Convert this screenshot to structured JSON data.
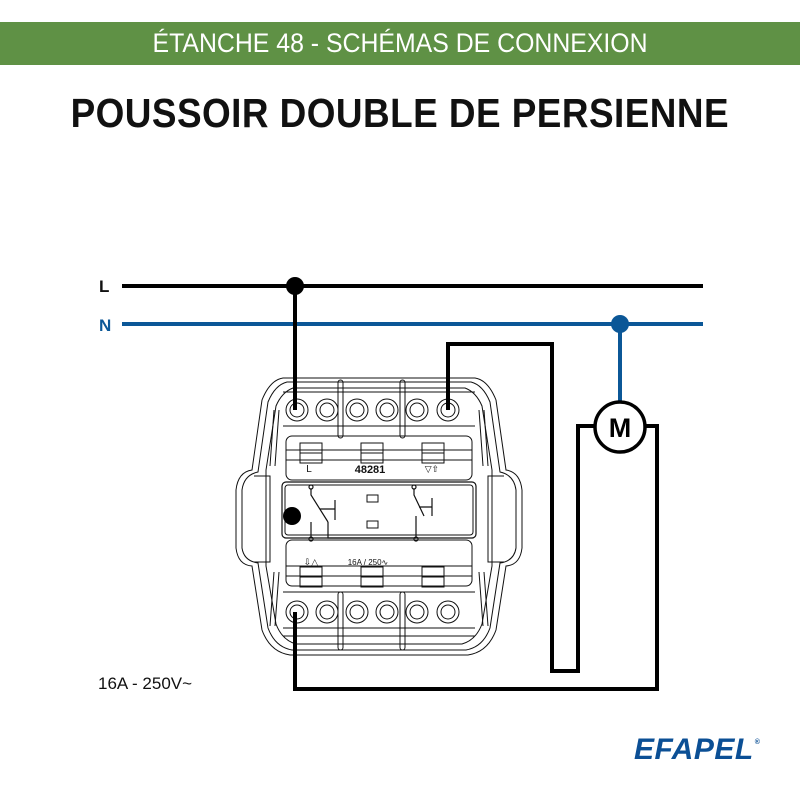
{
  "header": {
    "banner_text": "ÉTANCHE 48 - SCHÉMAS DE CONNEXION",
    "banner_color": "#5f9145",
    "title": "POUSSOIR DOUBLE DE PERSIENNE"
  },
  "diagram": {
    "lines": {
      "live_label": "L",
      "neutral_label": "N",
      "live_color": "#000000",
      "neutral_color": "#0b5797"
    },
    "device": {
      "model": "48281",
      "top_left_label": "L",
      "top_right_label": "▽⇧",
      "bottom_left_label": "⇩△",
      "bottom_rating": "16A / 250∿"
    },
    "motor_label": "M",
    "rating": "16A - 250V~"
  },
  "brand": {
    "logo_text": "EFAPEL",
    "trademark": "®",
    "color": "#0b4f95"
  }
}
